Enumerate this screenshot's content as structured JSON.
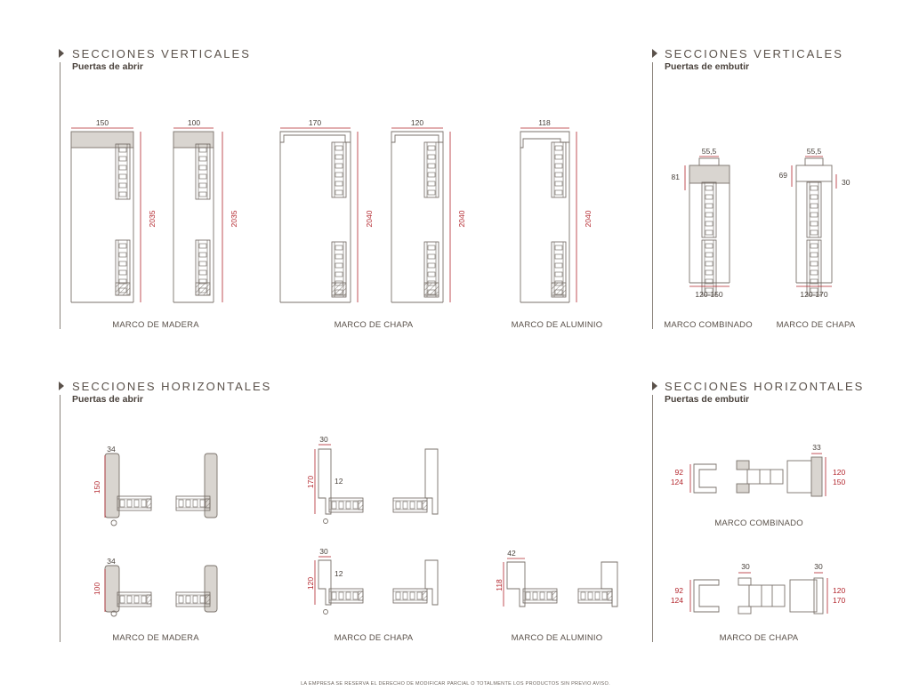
{
  "colors": {
    "text": "#5a514a",
    "dimension": "#b3262d",
    "line": "#7a726b",
    "wood": "#d9d5d0"
  },
  "vertical_swing": {
    "title": "SECCIONES VERTICALES",
    "subtitle": "Puertas de abrir",
    "captions": [
      "MARCO DE MADERA",
      "MARCO DE CHAPA",
      "MARCO DE ALUMINIO"
    ],
    "widths": [
      "150",
      "100",
      "170",
      "120",
      "118"
    ],
    "heights": [
      "2035",
      "2035",
      "2040",
      "2040",
      "2040"
    ]
  },
  "vertical_pocket": {
    "title": "SECCIONES VERTICALES",
    "subtitle": "Puertas de embutir",
    "captions": [
      "MARCO COMBINADO",
      "MARCO DE CHAPA"
    ],
    "top_widths": [
      "55,5",
      "55,5"
    ],
    "side_dims": [
      "81",
      "69",
      "30"
    ],
    "bottom_ranges": [
      "120-150",
      "120-170"
    ]
  },
  "horizontal_swing": {
    "title": "SECCIONES HORIZONTALES",
    "subtitle": "Puertas de abrir",
    "captions": [
      "MARCO DE MADERA",
      "MARCO DE CHAPA",
      "MARCO DE ALUMINIO"
    ],
    "madera_top": [
      "34",
      "150"
    ],
    "madera_bottom": [
      "34",
      "100"
    ],
    "chapa_top": [
      "30",
      "170",
      "12"
    ],
    "chapa_bottom": [
      "30",
      "120",
      "12"
    ],
    "aluminio": [
      "42",
      "118"
    ]
  },
  "horizontal_pocket": {
    "title": "SECCIONES HORIZONTALES",
    "subtitle": "Puertas de embutir",
    "captions": [
      "MARCO COMBINADO",
      "MARCO DE CHAPA"
    ],
    "combinado": [
      "92",
      "124",
      "33",
      "120",
      "150"
    ],
    "chapa": [
      "30",
      "30",
      "92",
      "124",
      "120",
      "170"
    ]
  },
  "footer": "LA EMPRESA SE RESERVA EL DERECHO DE MODIFICAR PARCIAL O TOTALMENTE LOS PRODUCTOS SIN PREVIO AVISO."
}
